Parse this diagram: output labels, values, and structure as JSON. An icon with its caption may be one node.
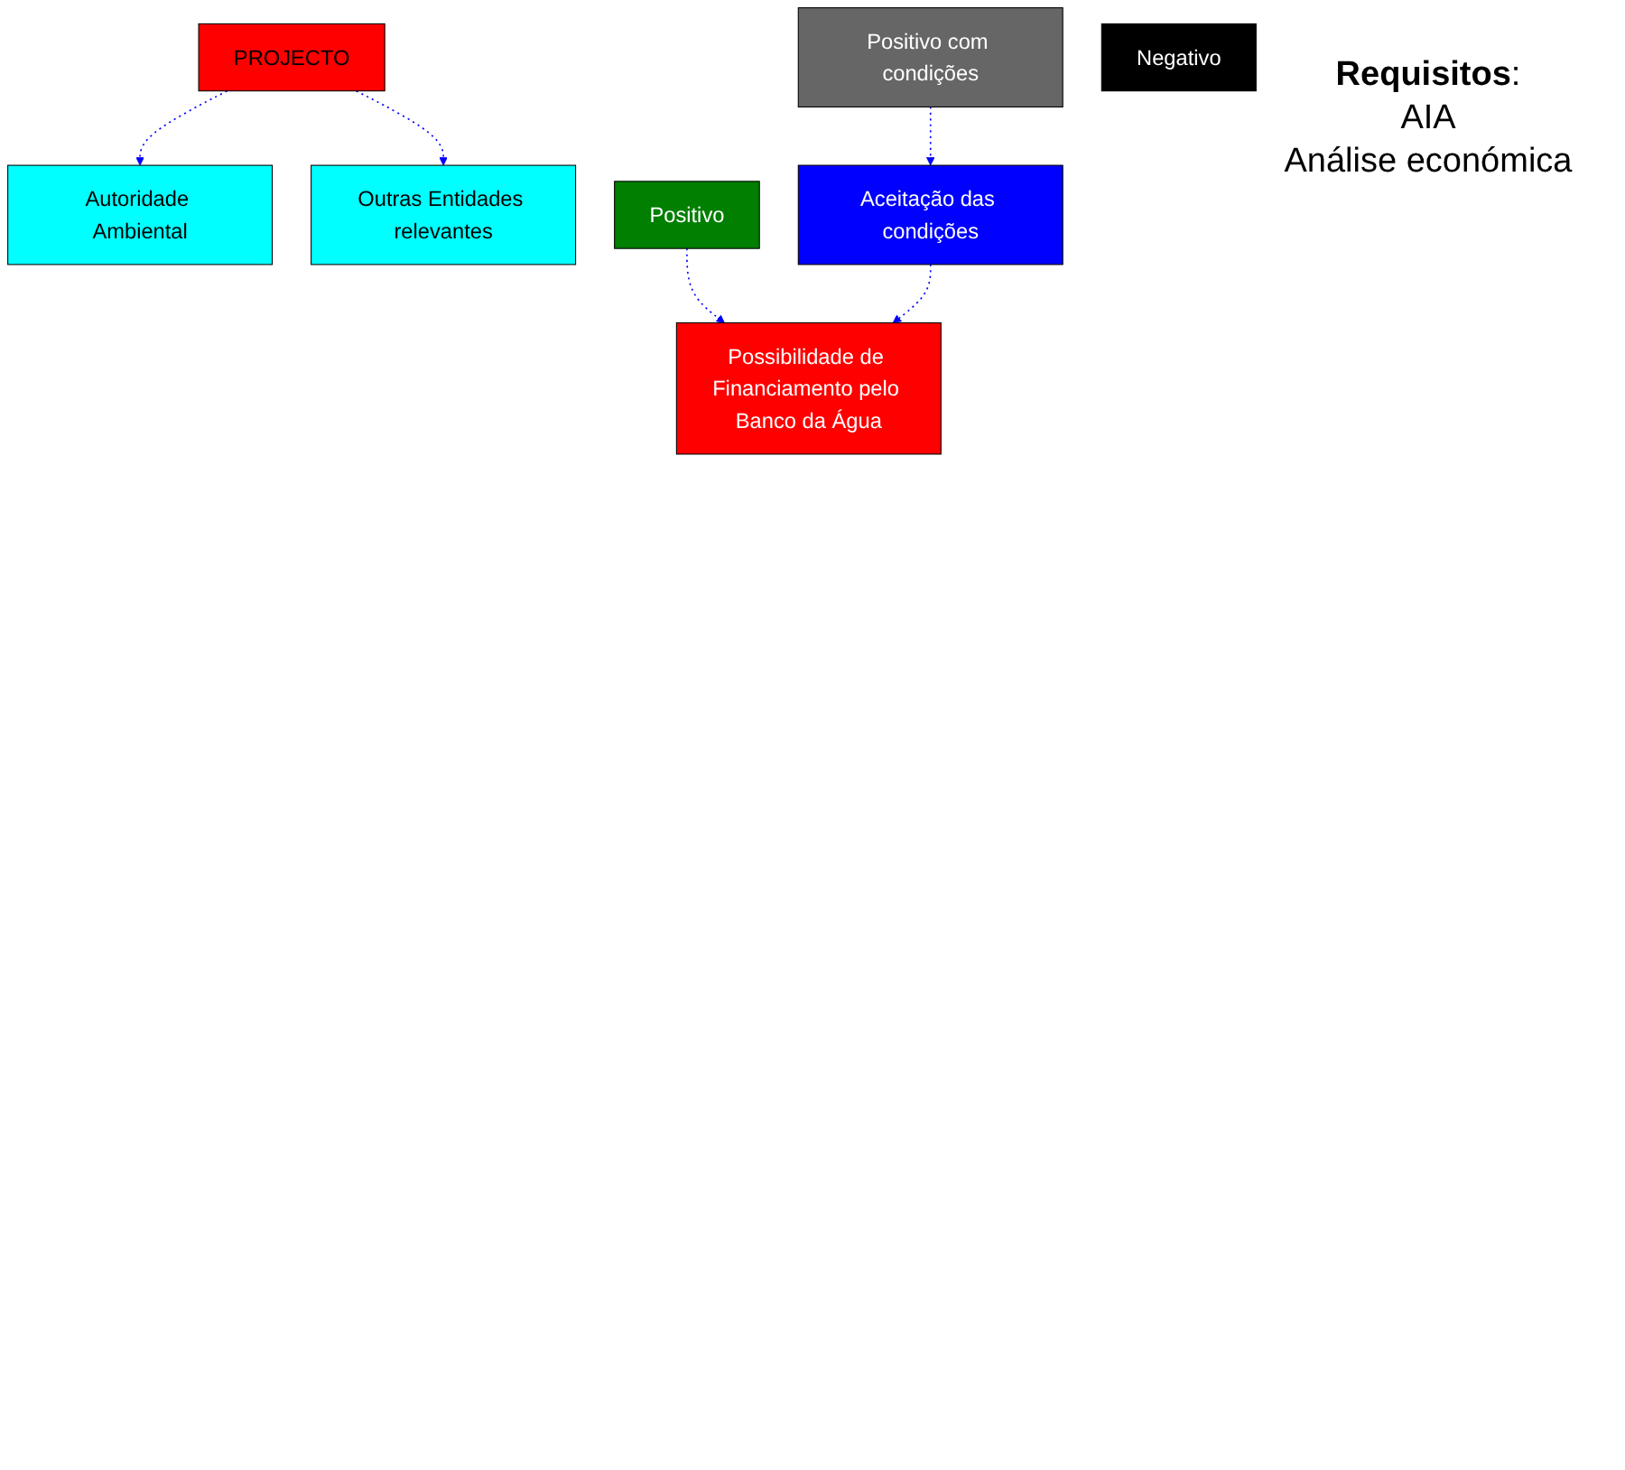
{
  "diagram": {
    "nodes": [
      {
        "text": [
          "PROJECTO"
        ]
      },
      {
        "text": [
          "Autoridade Ambiental"
        ]
      },
      {
        "text": [
          "Outras Entidades relevantes"
        ]
      },
      {
        "text": [
          "Positivo"
        ]
      },
      {
        "text": [
          "Positivo com condições"
        ]
      },
      {
        "text": [
          "Negativo"
        ]
      },
      {
        "text": [
          "Aceitação das condições"
        ]
      },
      {
        "text": [
          "Possibilidade de Financiamento pelo Banco da Água"
        ]
      }
    ],
    "edges": [
      {
        "from": 0,
        "to": 1,
        "arrow": "to",
        "style": "dashed"
      },
      {
        "from": 0,
        "to": 2,
        "arrow": "to",
        "style": "dashed"
      },
      {
        "from": 3,
        "to": 7,
        "arrow": "to",
        "style": "dashed"
      },
      {
        "from": 4,
        "to": 6,
        "arrow": "to",
        "style": "dashed"
      },
      {
        "from": 6,
        "to": 7,
        "arrow": "to",
        "style": "dashed"
      }
    ],
    "labels": [
      "**Requisitos**:",
      "AIA",
      "Análise económica"
    ]
  }
}
